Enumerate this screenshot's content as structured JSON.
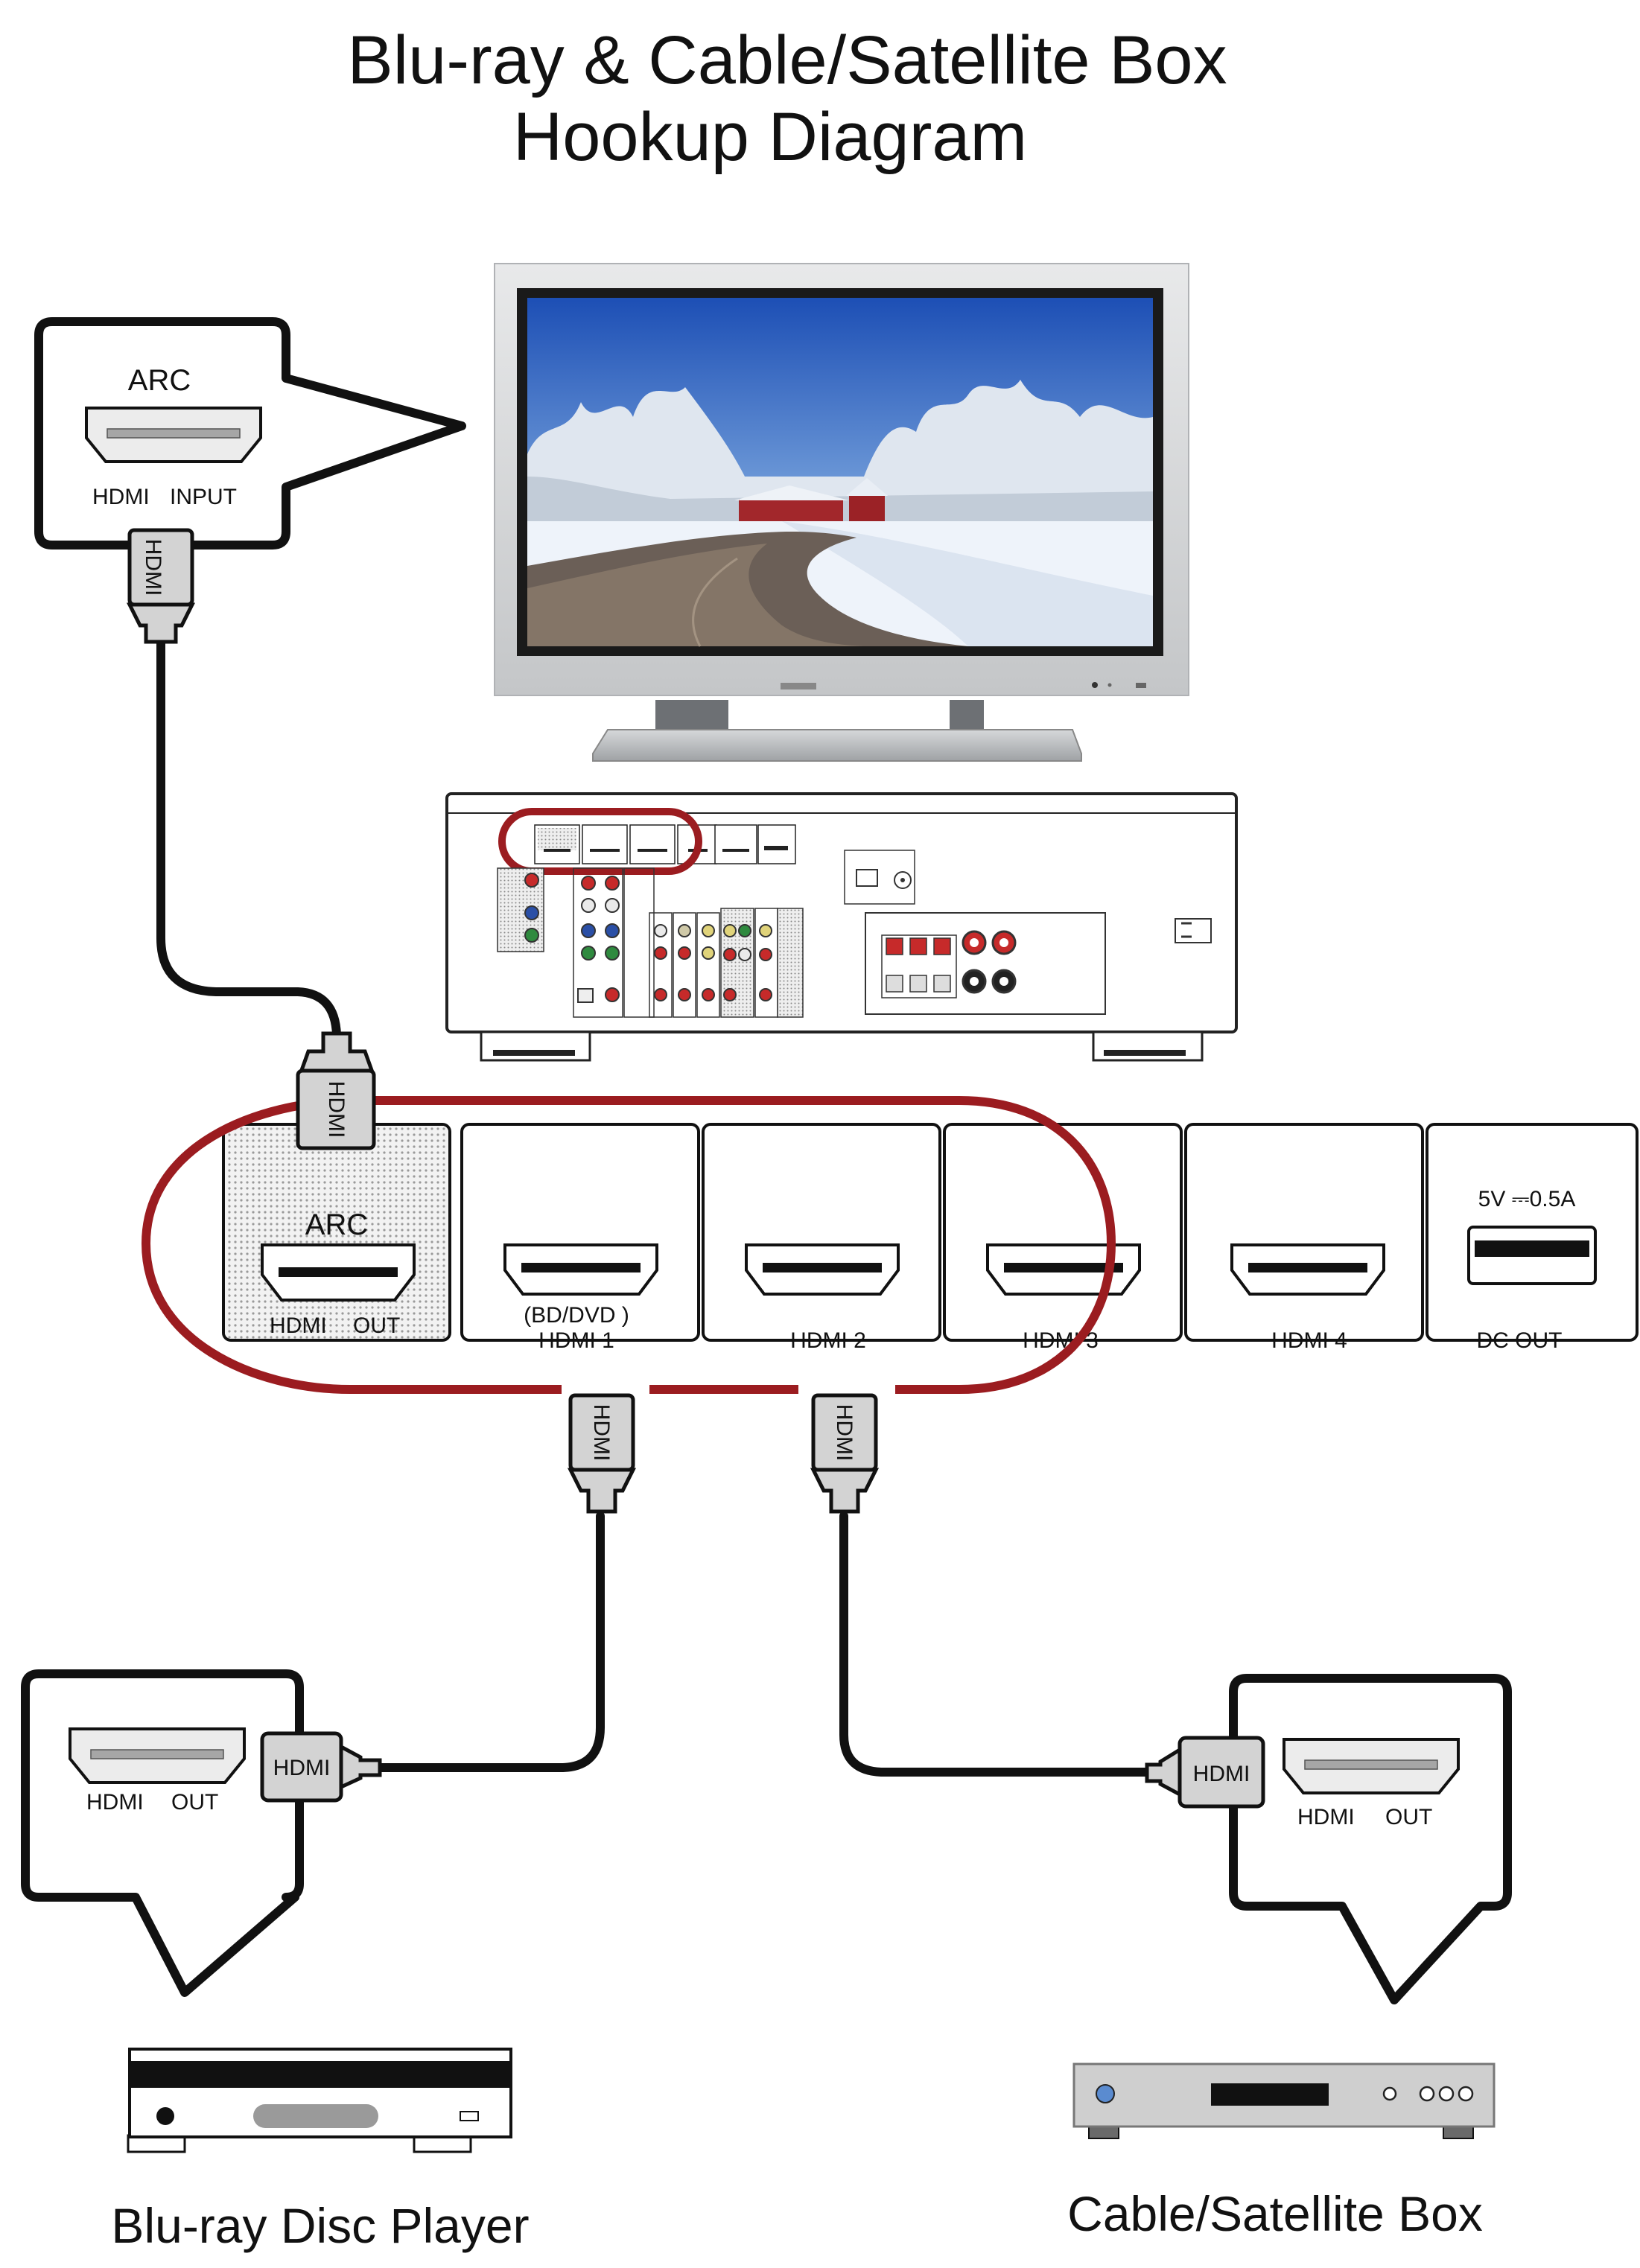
{
  "title": {
    "line1": "Blu-ray & Cable/Satellite Box",
    "line2": "Hookup Diagram"
  },
  "tv_callout": {
    "arc": "ARC",
    "port_label_left": "HDMI",
    "port_label_right": "INPUT"
  },
  "cable_label": "HDMI",
  "receiver_panel": {
    "ports": [
      {
        "top": "ARC",
        "bottom_left": "HDMI",
        "bottom_right": "OUT"
      },
      {
        "top": "(BD/DVD     )",
        "bottom": "HDMI 1"
      },
      {
        "bottom": "HDMI 2"
      },
      {
        "bottom": "HDMI 3"
      },
      {
        "bottom": "HDMI 4"
      },
      {
        "top": "5V ⎓0.5A",
        "bottom": "DC OUT"
      }
    ]
  },
  "bluray_callout": {
    "port_label_left": "HDMI",
    "port_label_right": "OUT"
  },
  "cable_box_callout": {
    "port_label_left": "HDMI",
    "port_label_right": "OUT"
  },
  "devices": {
    "bluray": "Blu-ray Disc Player",
    "cable_box": "Cable/Satellite Box"
  },
  "colors": {
    "highlight_red": "#9b1c20",
    "outline": "#111111",
    "device_gray": "#d9d9d9"
  },
  "icons": [
    "hdmi-port-icon",
    "hdmi-plug-icon",
    "usb-port-icon",
    "tv-icon",
    "av-receiver-icon",
    "bluray-player-icon",
    "cable-box-icon"
  ]
}
